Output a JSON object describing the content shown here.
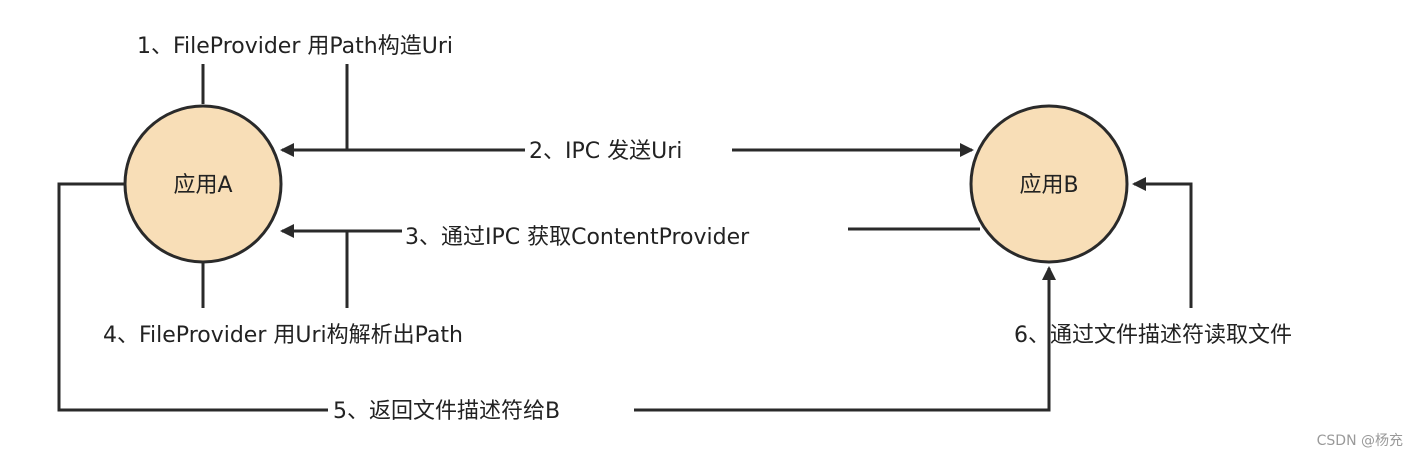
{
  "diagram": {
    "nodes": {
      "app_a": {
        "label": "应用A"
      },
      "app_b": {
        "label": "应用B"
      }
    },
    "steps": {
      "step1": "1、FileProvider 用Path构造Uri",
      "step2": "2、IPC 发送Uri",
      "step3": "3、通过IPC 获取ContentProvider",
      "step4": "4、FileProvider 用Uri构解析出Path",
      "step5": "5、返回文件描述符给B",
      "step6": "6、通过文件描述符读取文件"
    }
  },
  "watermark": "CSDN @杨充",
  "colors": {
    "node_fill": "#F8DEB7",
    "node_stroke": "#2A2A2A",
    "line": "#2A2A2A",
    "text": "#222222",
    "watermark": "#9A9A9A"
  }
}
